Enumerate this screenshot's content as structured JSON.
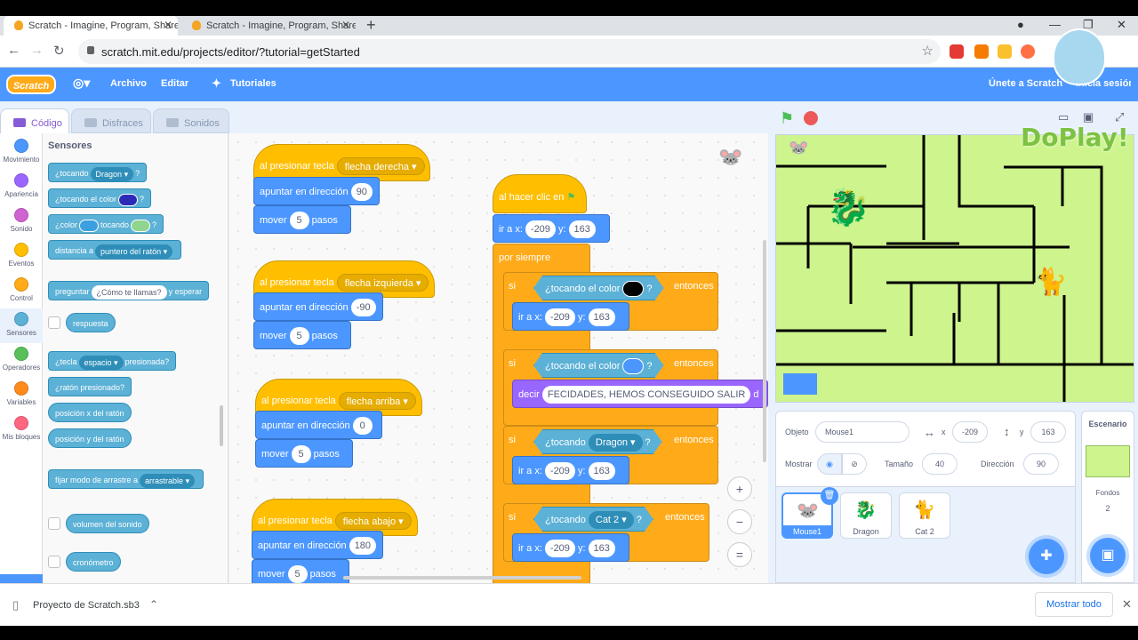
{
  "browser": {
    "tabs": [
      {
        "title": "Scratch - Imagine, Program, Share"
      },
      {
        "title": "Scratch - Imagine, Program, Share"
      }
    ],
    "new_tab": "+",
    "url": "scratch.mit.edu/projects/editor/?tutorial=getStarted",
    "window_controls": {
      "minimize": "—",
      "maximize": "❐",
      "close": "✕"
    }
  },
  "menu": {
    "logo": "Scratch",
    "language_icon": "globe-icon",
    "file": "Archivo",
    "edit": "Editar",
    "tutorials": "Tutoriales",
    "join": "Únete a Scratch",
    "signin": "Inicia sesión"
  },
  "editor_tabs": {
    "code": "Código",
    "costumes": "Disfraces",
    "sounds": "Sonidos"
  },
  "categories": [
    {
      "label": "Movimiento",
      "color": "#4c97ff"
    },
    {
      "label": "Apariencia",
      "color": "#9966ff"
    },
    {
      "label": "Sonido",
      "color": "#cf63cf"
    },
    {
      "label": "Eventos",
      "color": "#ffbf00"
    },
    {
      "label": "Control",
      "color": "#ffab19"
    },
    {
      "label": "Sensores",
      "color": "#5cb1d6"
    },
    {
      "label": "Operadores",
      "color": "#59c059"
    },
    {
      "label": "Variables",
      "color": "#ff8c1a"
    },
    {
      "label": "Mis bloques",
      "color": "#ff6680"
    }
  ],
  "palette": {
    "title": "Sensores",
    "touching": "¿tocando",
    "touching_target": "Dragon",
    "q": "?",
    "touching_color": "¿tocando el color",
    "color": "¿color",
    "is_touching": "tocando",
    "distance": "distancia a",
    "distance_target": "puntero del ratón",
    "ask": "preguntar",
    "ask_text": "¿Cómo te llamas?",
    "and_wait": "y esperar",
    "answer": "respuesta",
    "key": "¿tecla",
    "key_value": "espacio",
    "pressed": "presionada?",
    "mouse_down": "¿ratón presionado?",
    "mouse_x": "posición x del ratón",
    "mouse_y": "posición y del ratón",
    "drag_mode": "fijar modo de arrastre a",
    "drag_value": "arrastrable",
    "loudness": "volumen del sonido",
    "timer": "cronómetro"
  },
  "scripts": {
    "when_key": "al presionar tecla",
    "right_arrow": "flecha derecha",
    "left_arrow": "flecha izquierda",
    "up_arrow": "flecha arriba",
    "down_arrow": "flecha abajo",
    "point_dir": "apuntar en dirección",
    "move": "mover",
    "steps": "pasos",
    "dir_right": "90",
    "dir_left": "-90",
    "dir_up": "0",
    "dir_down": "180",
    "step_count": "5",
    "when_flag": "al hacer clic en",
    "go_to": "ir a x:",
    "y_label": "y:",
    "x_val": "-209",
    "y_val": "163",
    "forever": "por siempre",
    "if": "si",
    "then": "entonces",
    "touching_color": "¿tocando el color",
    "touching": "¿tocando",
    "q": "?",
    "dragon": "Dragon",
    "cat2": "Cat 2",
    "say": "decir",
    "say_text": "FECIDADES, HEMOS CONSEGUIDO SALIR",
    "say_tail": "d",
    "color_black": "#000000",
    "color_blue": "#4c97ff"
  },
  "zoom": {
    "in": "+",
    "out": "−",
    "reset": "="
  },
  "sprite_info": {
    "sprite_label": "Objeto",
    "sprite_name": "Mouse1",
    "x_axis": "x",
    "x": "-209",
    "y_axis": "y",
    "y": "163",
    "show_label": "Mostrar",
    "size_label": "Tamaño",
    "size": "40",
    "direction_label": "Dirección",
    "direction": "90"
  },
  "sprites": [
    {
      "name": "Mouse1",
      "selected": true
    },
    {
      "name": "Dragon",
      "selected": false
    },
    {
      "name": "Cat 2",
      "selected": false
    }
  ],
  "stage_panel": {
    "title": "Escenario",
    "backdrops_label": "Fondos",
    "backdrops_count": "2"
  },
  "downloads": {
    "file": "Proyecto de Scratch.sb3",
    "show_all": "Mostrar todo",
    "close": "✕"
  },
  "watermark": {
    "text": "DoPlay!"
  }
}
